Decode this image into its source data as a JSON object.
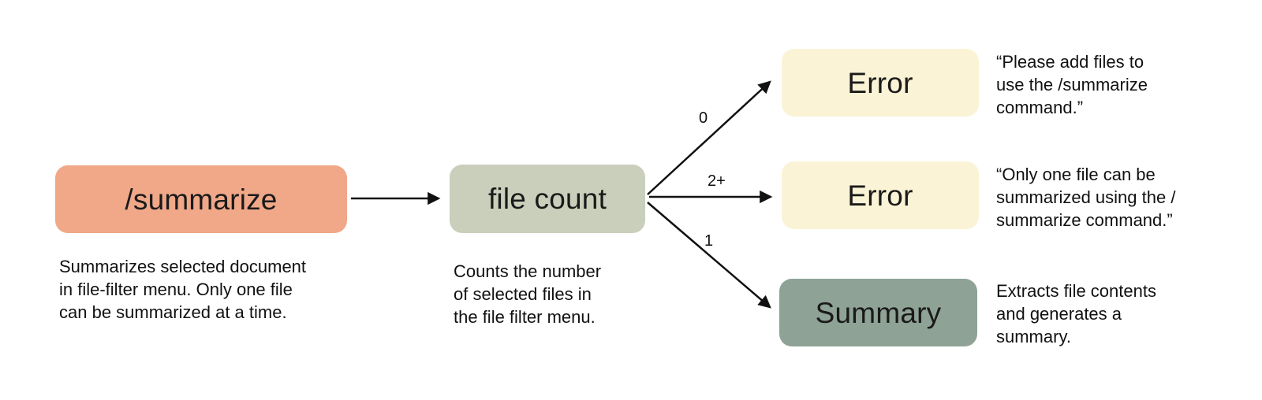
{
  "nodes": {
    "summarize": {
      "label": "/summarize",
      "caption": "Summarizes selected document\nin file-filter menu. Only one file\ncan be summarized at a time."
    },
    "file_count": {
      "label": "file count",
      "caption": "Counts the number\nof selected files in\nthe file filter menu."
    },
    "error_zero": {
      "label": "Error",
      "caption": "“Please add files to\nuse the /summarize\ncommand.”"
    },
    "error_multi": {
      "label": "Error",
      "caption": "“Only one file can be\nsummarized using the /\nsummarize command.”"
    },
    "summary": {
      "label": "Summary",
      "caption": "Extracts file contents\nand generates a\nsummary."
    }
  },
  "edges": {
    "zero_label": "0",
    "multi_label": "2+",
    "one_label": "1"
  },
  "colors": {
    "summarize": "#f0a888",
    "file_count": "#c9cfba",
    "error": "#faf3d5",
    "summary": "#8ea296",
    "arrow": "#111111"
  }
}
